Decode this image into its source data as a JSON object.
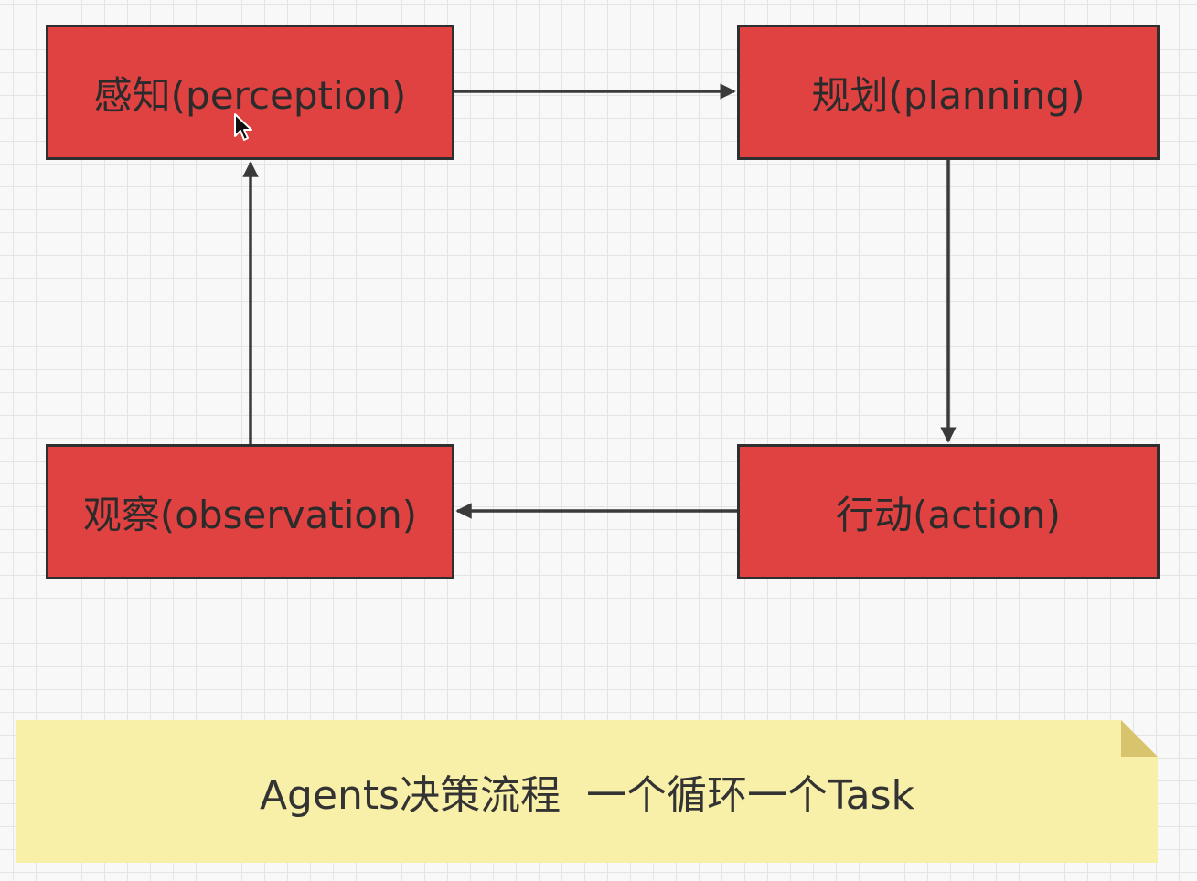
{
  "diagram": {
    "nodes": {
      "perception": {
        "label": "感知(perception)"
      },
      "planning": {
        "label": "规划(planning)"
      },
      "action": {
        "label": "行动(action)"
      },
      "observation": {
        "label": "观察(observation)"
      }
    },
    "edges": [
      {
        "from": "perception",
        "to": "planning"
      },
      {
        "from": "planning",
        "to": "action"
      },
      {
        "from": "action",
        "to": "observation"
      },
      {
        "from": "observation",
        "to": "perception"
      }
    ],
    "note": {
      "text": "Agents决策流程  一个循环一个Task"
    }
  },
  "colors": {
    "node_fill": "#e04141",
    "node_border": "#2f2f2f",
    "note_fill": "#f8f0a8",
    "note_fold": "#d8c46c",
    "arrow": "#3a3a3a"
  },
  "icons": {
    "cursor": "mouse-pointer-icon"
  }
}
